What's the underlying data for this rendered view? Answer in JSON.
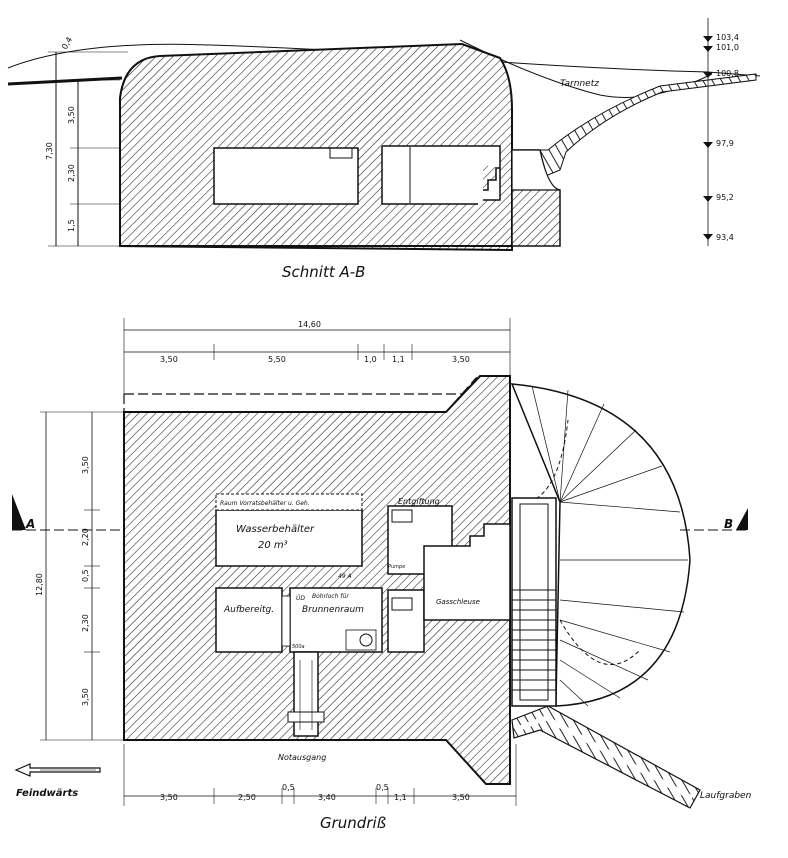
{
  "section": {
    "title": "Schnitt  A-B",
    "terrain_label": "Tarnnetz",
    "left_dims": [
      "7,30",
      "3,50",
      "2,30",
      "1,5"
    ],
    "top_left_mark": "0,4",
    "elevations": [
      "103,4",
      "101,0",
      "100,8",
      "97,9",
      "95,2",
      "93,4"
    ]
  },
  "plan": {
    "title": "Grundriß",
    "top_total": "14,60",
    "top_dims": [
      "3,50",
      "5,50",
      "1,0",
      "1,1",
      "3,50"
    ],
    "bottom_dims": [
      "3,50",
      "2,50",
      "0,5",
      "3,40",
      "0,5",
      "1,1",
      "3,50"
    ],
    "left_total": "12,80",
    "left_dims": [
      "3,50",
      "2,20",
      "0,5",
      "2,30",
      "3,50"
    ],
    "marker_a": "A",
    "marker_b": "B",
    "feindwarts": "Feindwärts",
    "laufgraben": "Laufgraben",
    "rooms": {
      "vorratsraum": "Raum Vorratsbehälter u. Geh.",
      "wasserbehaelter": "Wasserbehälter",
      "volume": "20 m³",
      "entgiftung": "Entgiftung",
      "aufbereitung": "Aufbereitg.",
      "bohrlochfuer": "Bohrloch für",
      "brunnenraum": "Brunnenraum",
      "notausgang": "Notausgang",
      "gasschleuse": "Gasschleuse",
      "small_a": "49 A",
      "small_b": "ÜD",
      "small_c": "Pumpe",
      "small_d": "500a"
    }
  }
}
